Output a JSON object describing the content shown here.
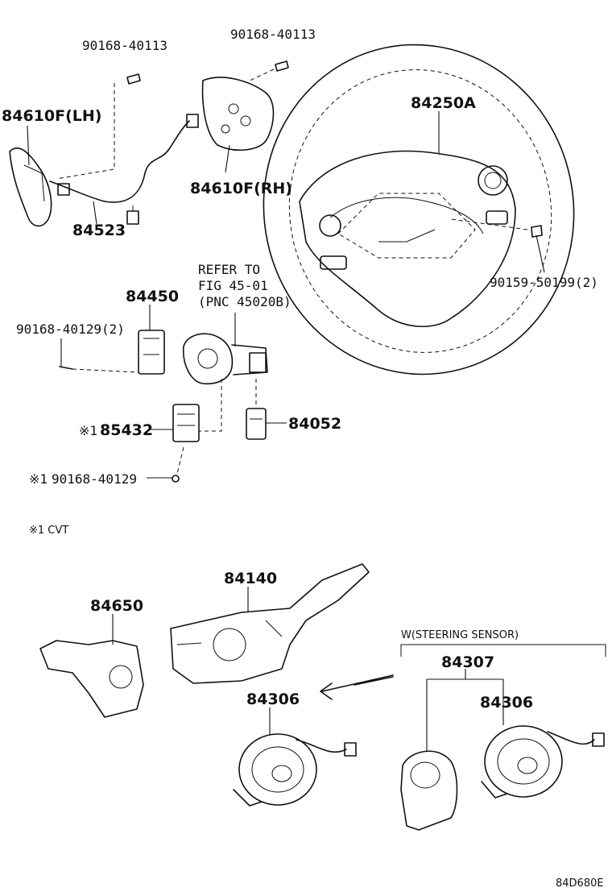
{
  "labels": {
    "bolt_top_left": "90168-40113",
    "bolt_top_right": "90168-40113",
    "pad_lh": "84610F(LH)",
    "pad_rh": "84610F(RH)",
    "harness": "84523",
    "steering_wheel": "84250A",
    "bolt_wheel": "90159-50199(2)",
    "refer_line1": "REFER TO",
    "refer_line2": "FIG 45-01",
    "refer_line3": "(PNC 45020B)",
    "switch_84450": "84450",
    "screw_84450": "90168-40129(2)",
    "sensor_85432": "85432",
    "sensor_mark": "※1",
    "screw_85432": "90168-40129",
    "screw_mark": "※1",
    "sensor_84052": "84052",
    "note": "※1 CVT",
    "wiper_switch": "84140",
    "headlamp_switch": "84650",
    "spiral_left": "84306",
    "steering_sensor_header": "W(STEERING SENSOR)",
    "assy_84307": "84307",
    "spiral_right": "84306",
    "figure_code": "84D680E"
  }
}
